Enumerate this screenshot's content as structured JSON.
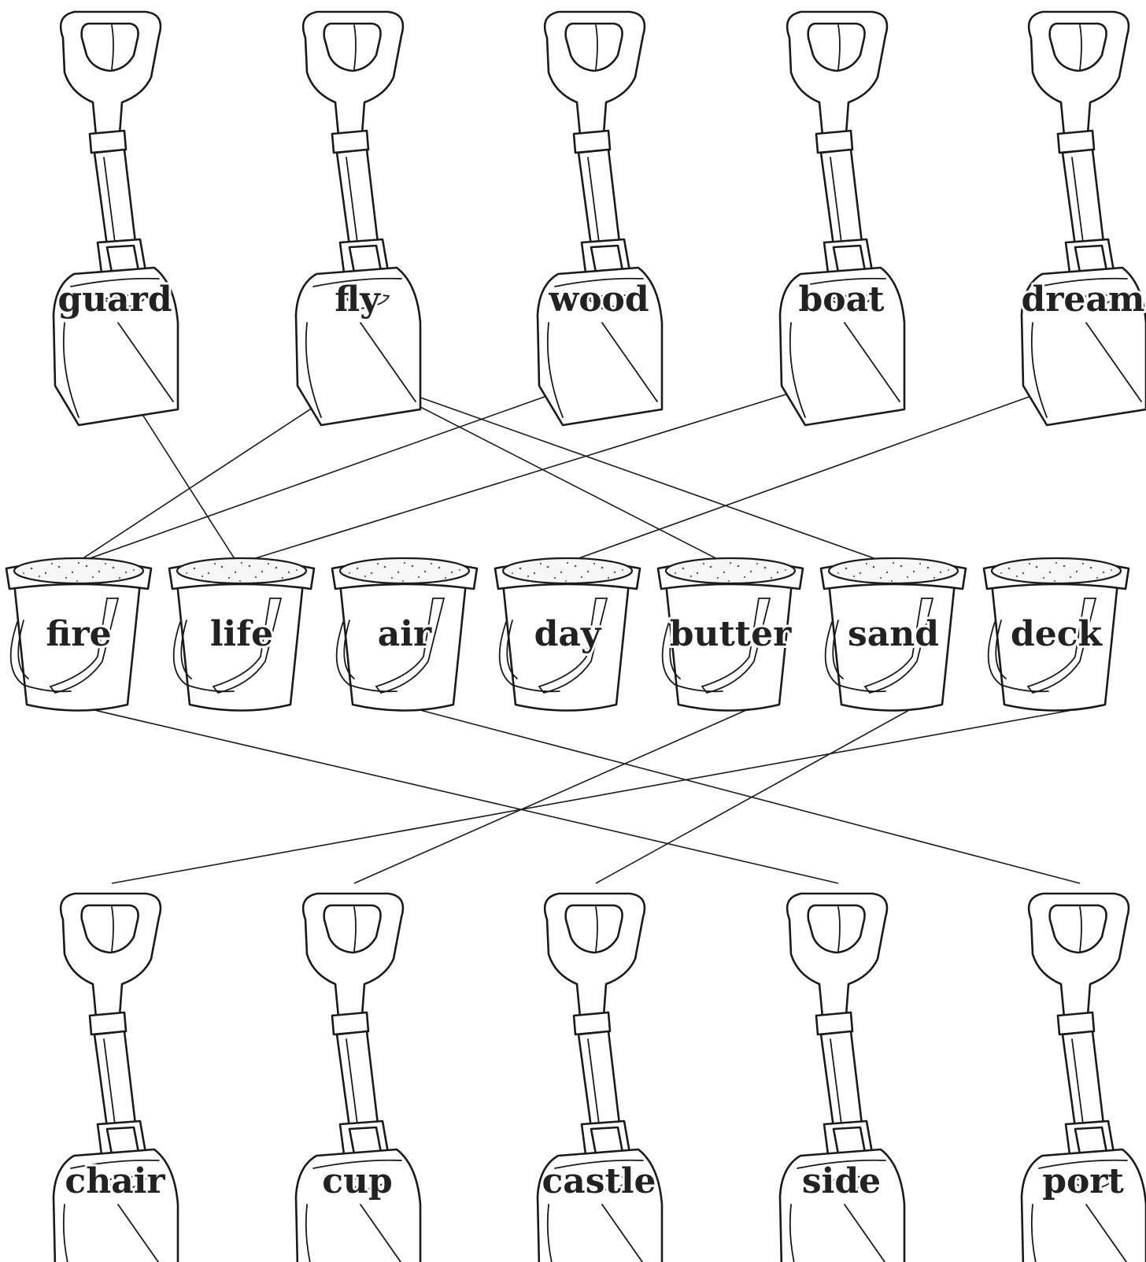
{
  "worksheet": {
    "top_shovels": [
      "guard",
      "fly",
      "wood",
      "boat",
      "dream"
    ],
    "buckets": [
      "fire",
      "life",
      "air",
      "day",
      "butter",
      "sand",
      "deck"
    ],
    "bottom_shovels": [
      "chair",
      "cup",
      "castle",
      "side",
      "port"
    ]
  },
  "matches": {
    "top_to_bucket": [
      {
        "from": 0,
        "to": 1
      },
      {
        "from": 1,
        "to": 0
      },
      {
        "from": 1,
        "to": 4
      },
      {
        "from": 1,
        "to": 5
      },
      {
        "from": 2,
        "to": 0
      },
      {
        "from": 3,
        "to": 1
      },
      {
        "from": 4,
        "to": 3
      }
    ],
    "bucket_to_bottom": [
      {
        "from": 0,
        "to": 3
      },
      {
        "from": 2,
        "to": 4
      },
      {
        "from": 4,
        "to": 1
      },
      {
        "from": 5,
        "to": 2
      },
      {
        "from": 6,
        "to": 0
      }
    ]
  },
  "colors": {
    "line": "#1a1a1a",
    "text": "#222222",
    "background": "#ffffff"
  }
}
